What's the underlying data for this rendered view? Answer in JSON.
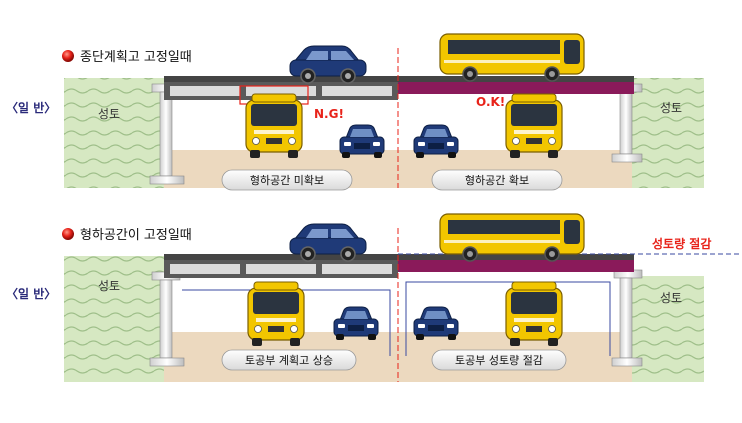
{
  "panels": [
    {
      "title": "종단계획고 고정일때",
      "side_label": "〈일 반〉",
      "embankment_left": "성토",
      "embankment_right": "성토",
      "left_status": "N.G!",
      "right_status": "O.K!",
      "caption_left": "형하공간 미확보",
      "caption_right": "형하공간 확보",
      "annotation": ""
    },
    {
      "title": "형하공간이 고정일때",
      "side_label": "〈일 반〉",
      "embankment_left": "성토",
      "embankment_right": "성토",
      "left_status": "",
      "right_status": "",
      "caption_left": "토공부 계획고 상승",
      "caption_right": "토공부 성토량 절감",
      "annotation": "성토량 절감"
    }
  ],
  "colors": {
    "embankment": "#d6e8c2",
    "ground": "#ecd9bf",
    "girder_standard": "#5a5a5a",
    "girder_slim": "#8a1a5a",
    "status_red": "#e8231a",
    "label_blue": "#2a2a7a",
    "guide_blue": "#3a4aa0",
    "bus_yellow": "#f2c600",
    "suv_blue": "#1f3a78"
  },
  "icons": [
    "red-bullet-icon",
    "bus-icon",
    "suv-icon",
    "pier-icon"
  ]
}
